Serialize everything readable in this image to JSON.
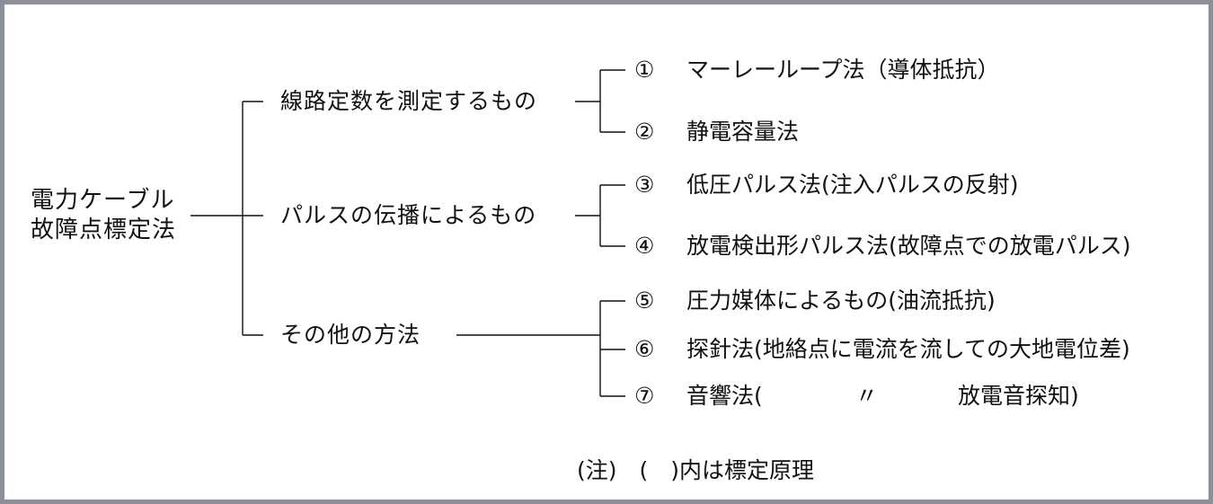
{
  "root": {
    "line1": "電力ケーブル",
    "line2": "故障点標定法"
  },
  "categories": [
    {
      "label": "線路定数を測定するもの"
    },
    {
      "label": "パルスの伝播によるもの"
    },
    {
      "label": "その他の方法"
    }
  ],
  "methods": [
    {
      "num": "①",
      "label": "マーレーループ法（導体抵抗）"
    },
    {
      "num": "②",
      "label": "静電容量法"
    },
    {
      "num": "③",
      "label": "低圧パルス法(注入パルスの反射)"
    },
    {
      "num": "④",
      "label": "放電検出形パルス法(故障点での放電パルス)"
    },
    {
      "num": "⑤",
      "label": "圧力媒体によるもの(油流抵抗)"
    },
    {
      "num": "⑥",
      "label": "探針法(地絡点に電流を流しての大地電位差)"
    },
    {
      "num": "⑦",
      "label": "音響法(",
      "ditto": "〃",
      "rest": "放電音探知)"
    }
  ],
  "note": "(注)　(　)内は標定原理",
  "colors": {
    "line": "#111111",
    "border": "#8a8f98",
    "text": "#111111"
  }
}
